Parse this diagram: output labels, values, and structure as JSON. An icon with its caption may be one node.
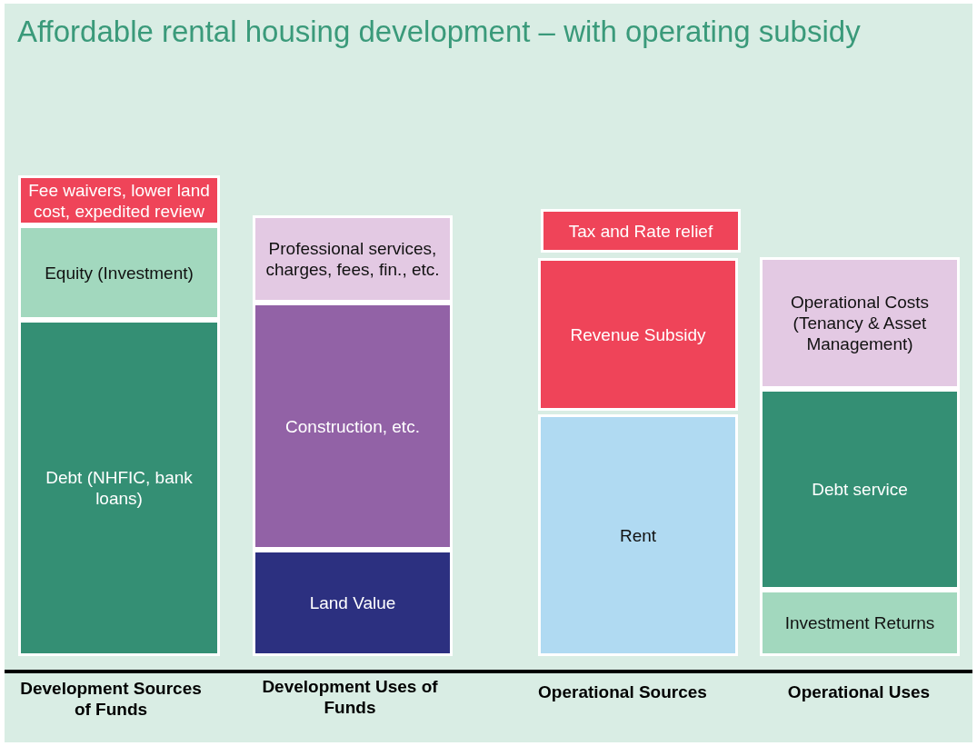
{
  "diagram": {
    "title": "Affordable rental housing development – with operating subsidy",
    "nodes": [
      {
        "text": [
          "Fee waivers, lower land cost, expedited review"
        ]
      },
      {
        "text": [
          "Equity (Investment)"
        ]
      },
      {
        "text": [
          "Debt (NHFIC, bank loans)"
        ]
      },
      {
        "text": [
          "Professional services, charges, fees, fin., etc."
        ]
      },
      {
        "text": [
          "Construction, etc."
        ]
      },
      {
        "text": [
          "Land Value"
        ]
      },
      {
        "text": [
          "Tax and Rate relief"
        ]
      },
      {
        "text": [
          "Revenue Subsidy"
        ]
      },
      {
        "text": [
          "Rent"
        ]
      },
      {
        "text": [
          "Operational Costs (Tenancy & Asset Management)"
        ]
      },
      {
        "text": [
          "Debt service"
        ]
      },
      {
        "text": [
          "Investment Returns"
        ]
      }
    ],
    "labels": [
      "Development Sources of Funds",
      "Development Uses of Funds",
      "Operational Sources",
      "Operational Uses"
    ]
  }
}
